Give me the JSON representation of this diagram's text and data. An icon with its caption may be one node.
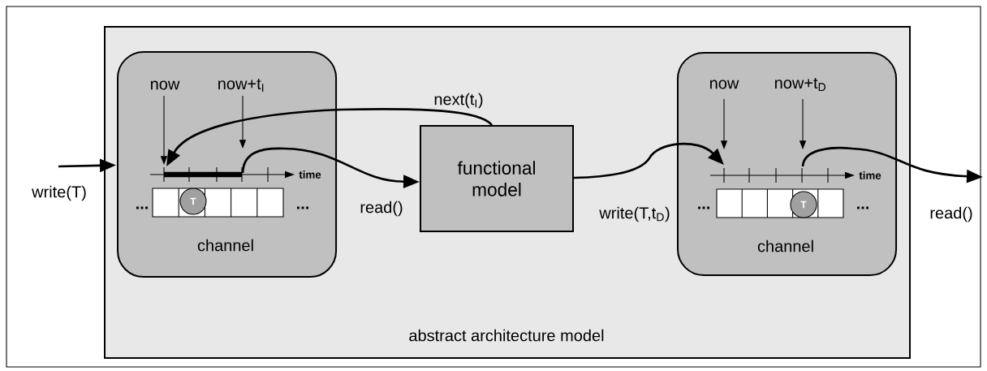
{
  "diagram": {
    "nodes": [
      {
        "text": [
          "abstract architecture model"
        ]
      },
      {
        "text": [
          "channel"
        ],
        "in": 0
      },
      {
        "text": [
          "functional model"
        ],
        "in": 0
      },
      {
        "text": [
          "channel"
        ],
        "in": 0
      }
    ],
    "edges": [
      {
        "from": null,
        "to": 1,
        "arrow": "to",
        "label": "write(T)"
      },
      {
        "from": 1,
        "to": 2,
        "arrow": "to",
        "label": "read()"
      },
      {
        "from": 2,
        "to": 1,
        "arrow": "to",
        "label": "next(t$_{I}$)"
      },
      {
        "from": 2,
        "to": 3,
        "arrow": "to",
        "label": "write(T,t$_{D}$)"
      },
      {
        "from": 3,
        "to": null,
        "arrow": "to",
        "label": "read()"
      }
    ],
    "labels": [
      "now",
      "now+t$_{I}$",
      "time",
      "...",
      "T",
      "...",
      "now",
      "now+t$_{D}$",
      "time",
      "...",
      "T",
      "..."
    ]
  }
}
